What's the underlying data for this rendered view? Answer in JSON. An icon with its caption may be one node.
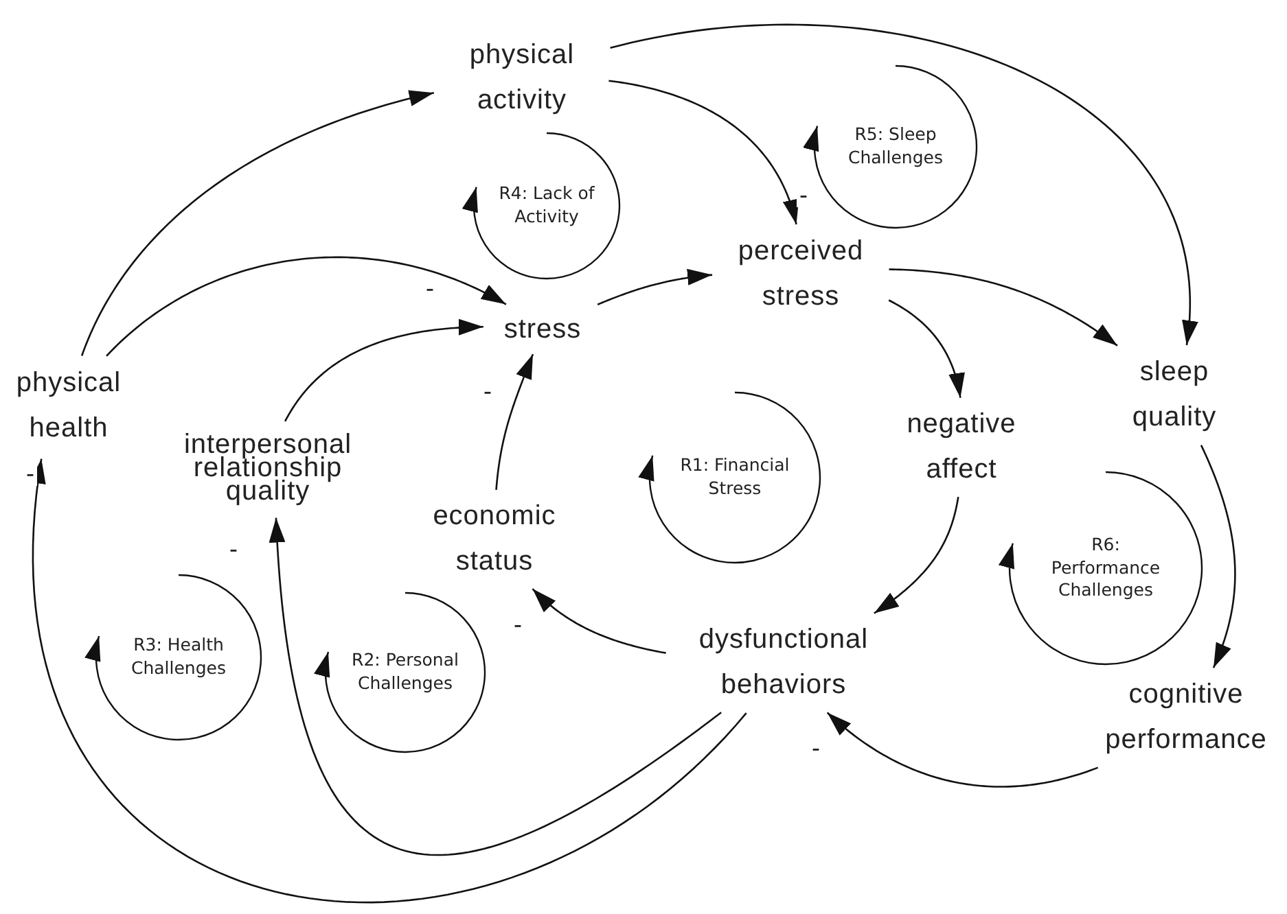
{
  "diagram": {
    "nodes": [
      {
        "text": [
          "physical activity"
        ]
      },
      {
        "text": [
          "R5: Sleep Challenges"
        ]
      },
      {
        "text": [
          "R4: Lack of Activity"
        ]
      },
      {
        "text": [
          "perceived stress"
        ]
      },
      {
        "text": [
          "stress"
        ]
      },
      {
        "text": [
          "physical health"
        ]
      },
      {
        "text": [
          "sleep quality"
        ]
      },
      {
        "text": [
          "negative affect"
        ]
      },
      {
        "text": [
          "interpersonal relationship quality"
        ]
      },
      {
        "text": [
          "R1: Financial Stress"
        ]
      },
      {
        "text": [
          "economic status"
        ]
      },
      {
        "text": [
          "R6: Performance Challenges"
        ]
      },
      {
        "text": [
          "R3: Health Challenges"
        ]
      },
      {
        "text": [
          "R2: Personal Challenges"
        ]
      },
      {
        "text": [
          "dysfunctional behaviors"
        ]
      },
      {
        "text": [
          "cognitive performance"
        ]
      }
    ],
    "edges": [
      {
        "from": 5,
        "to": 0,
        "arrow": "to"
      },
      {
        "from": 5,
        "to": 4,
        "arrow": "to",
        "label": "-"
      },
      {
        "from": 0,
        "to": 3,
        "arrow": "to",
        "label": "-"
      },
      {
        "from": 0,
        "to": 6,
        "arrow": "to"
      },
      {
        "from": 4,
        "to": 3,
        "arrow": "to"
      },
      {
        "from": 3,
        "to": 6,
        "arrow": "to"
      },
      {
        "from": 3,
        "to": 7,
        "arrow": "to"
      },
      {
        "from": 8,
        "to": 4,
        "arrow": "to"
      },
      {
        "from": 10,
        "to": 4,
        "arrow": "to",
        "label": "-"
      },
      {
        "from": 7,
        "to": 14,
        "arrow": "to"
      },
      {
        "from": 6,
        "to": 15,
        "arrow": "to"
      },
      {
        "from": 15,
        "to": 14,
        "arrow": "to",
        "label": "-"
      },
      {
        "from": 14,
        "to": 10,
        "arrow": "to",
        "label": "-"
      },
      {
        "from": 14,
        "to": 8,
        "arrow": "to",
        "label": "-"
      },
      {
        "from": 14,
        "to": 5,
        "arrow": "to",
        "label": "-"
      }
    ]
  }
}
